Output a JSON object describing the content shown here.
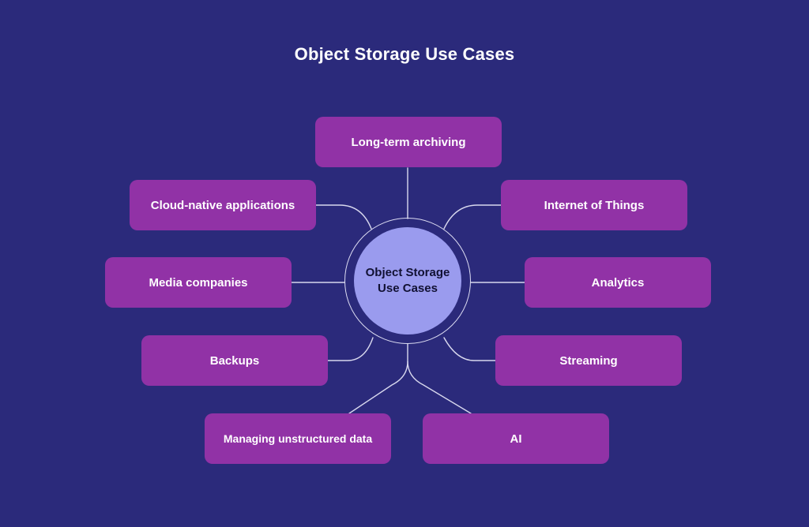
{
  "title": "Object Storage Use Cases",
  "center": {
    "label": "Object Storage Use Cases"
  },
  "use_cases": [
    "Long-term archiving",
    "Cloud-native applications",
    "Internet of Things",
    "Media companies",
    "Analytics",
    "Backups",
    "Streaming",
    "Managing unstructured data",
    "AI"
  ],
  "colors": {
    "background": "#2b2a7b",
    "node_fill": "#9132a6",
    "hub_fill": "#9a9bee",
    "connector": "#d8d8ee",
    "text": "#ffffff"
  }
}
